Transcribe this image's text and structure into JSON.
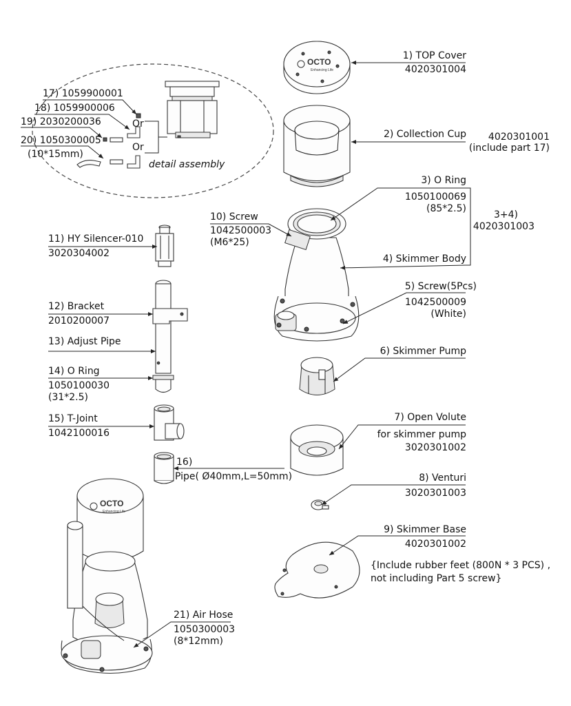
{
  "logo": {
    "brand": "OCTO",
    "tagline": "Enhancing Life"
  },
  "detail": {
    "caption": "detail assembly",
    "or_1": "Or",
    "or_2": "Or",
    "p17": "17) 1059900001",
    "p18": "18) 1059900006",
    "p19": "19) 2030200036",
    "p20": "20) 1050300005",
    "p20_size": "(10*15mm)"
  },
  "parts": {
    "p1_name": "1) TOP Cover",
    "p1_code": "4020301004",
    "p2_name": "2) Collection Cup",
    "p2_code": "4020301001",
    "p2_note": "(include part 17)",
    "p3_name": "3) O Ring",
    "p3_code": "1050100069",
    "p3_size": "(85*2.5)",
    "p34_name": "3+4)",
    "p34_code": "4020301003",
    "p4_name": "4) Skimmer Body",
    "p5_name": "5) Screw(5Pcs)",
    "p5_code": "1042500009",
    "p5_note": "(White)",
    "p6_name": "6) Skimmer Pump",
    "p7_name": "7) Open Volute",
    "p7_note": "for skimmer pump",
    "p7_code": "3020301002",
    "p8_name": "8) Venturi",
    "p8_code": "3020301003",
    "p9_name": "9) Skimmer Base",
    "p9_code": "4020301002",
    "p9_note1": "{Include rubber feet (800N * 3 PCS) ,",
    "p9_note2": "not including Part 5 screw}",
    "p10_name": "10) Screw",
    "p10_code": "1042500003",
    "p10_size": "(M6*25)",
    "p11_name": "11) HY Silencer-010",
    "p11_code": "3020304002",
    "p12_name": "12) Bracket",
    "p12_code": "2010200007",
    "p13_name": "13) Adjust Pipe",
    "p14_name": "14) O Ring",
    "p14_code": "1050100030",
    "p14_size": "(31*2.5)",
    "p15_name": "15) T-Joint",
    "p15_code": "1042100016",
    "p16_name": "16)",
    "p16_desc": "Pipe( Ø40mm,L=50mm)",
    "p21_name": "21) Air Hose",
    "p21_code": "1050300003",
    "p21_size": "(8*12mm)"
  }
}
